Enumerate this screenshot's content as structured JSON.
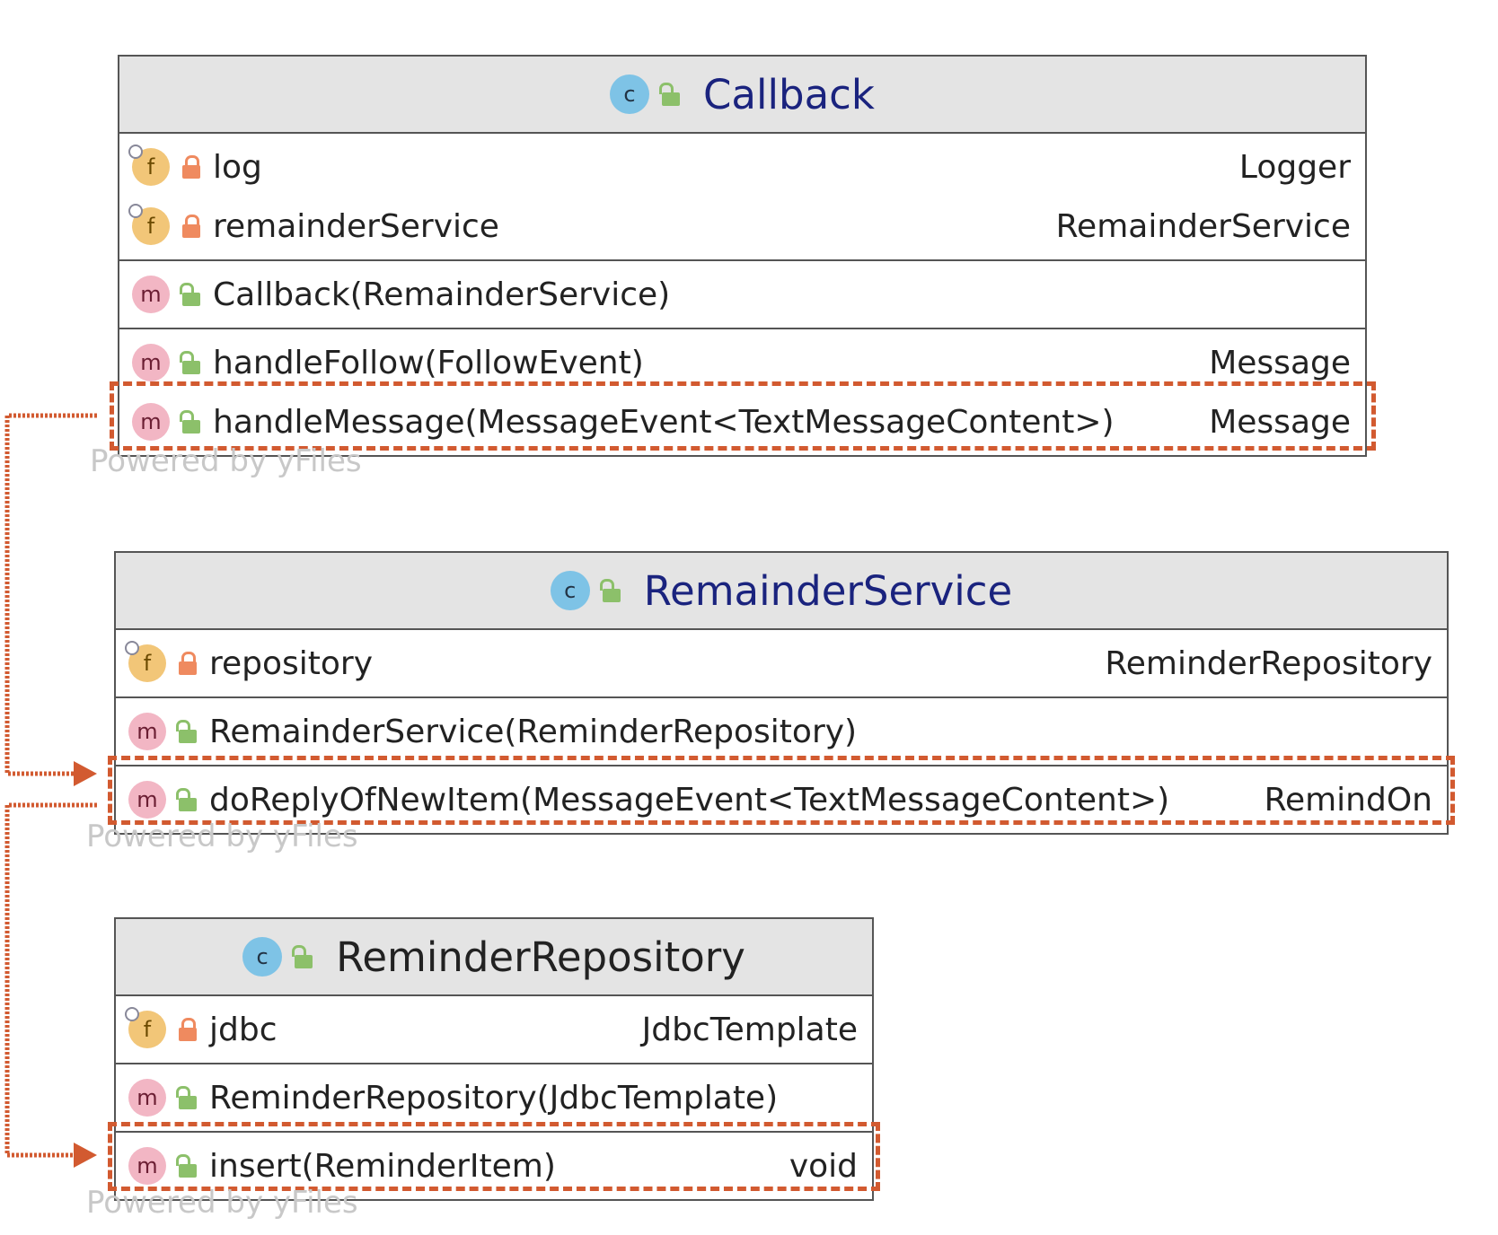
{
  "watermark": "Powered by yFiles",
  "classes": {
    "callback": {
      "name": "Callback",
      "fields": [
        {
          "icon": "f",
          "name": "log",
          "type": "Logger"
        },
        {
          "icon": "f",
          "name": "remainderService",
          "type": "RemainderService"
        }
      ],
      "constructors": [
        {
          "icon": "m",
          "name": "Callback(RemainderService)"
        }
      ],
      "methods": [
        {
          "icon": "m",
          "name": "handleFollow(FollowEvent)",
          "type": "Message"
        },
        {
          "icon": "m",
          "name": "handleMessage(MessageEvent<TextMessageContent>)",
          "type": "Message"
        }
      ]
    },
    "remainderService": {
      "name": "RemainderService",
      "fields": [
        {
          "icon": "f",
          "name": "repository",
          "type": "ReminderRepository"
        }
      ],
      "constructors": [
        {
          "icon": "m",
          "name": "RemainderService(ReminderRepository)"
        }
      ],
      "methods": [
        {
          "icon": "m",
          "name": "doReplyOfNewItem(MessageEvent<TextMessageContent>)",
          "type": "RemindOn"
        }
      ]
    },
    "reminderRepository": {
      "name": "ReminderRepository",
      "fields": [
        {
          "icon": "f",
          "name": "jdbc",
          "type": "JdbcTemplate"
        }
      ],
      "constructors": [
        {
          "icon": "m",
          "name": "ReminderRepository(JdbcTemplate)"
        }
      ],
      "methods": [
        {
          "icon": "m",
          "name": "insert(ReminderItem)",
          "type": "void"
        }
      ]
    }
  },
  "colors": {
    "highlight": "#d25a30",
    "header_bg": "#e4e4e4",
    "class_name": "#1a237e"
  }
}
